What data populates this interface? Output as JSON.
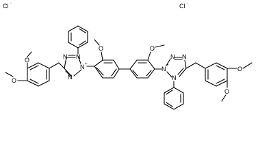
{
  "labels": {
    "chloride": "Cl",
    "minus": "-",
    "nitrogen": "N",
    "plus": "+",
    "oxygen": "O"
  }
}
